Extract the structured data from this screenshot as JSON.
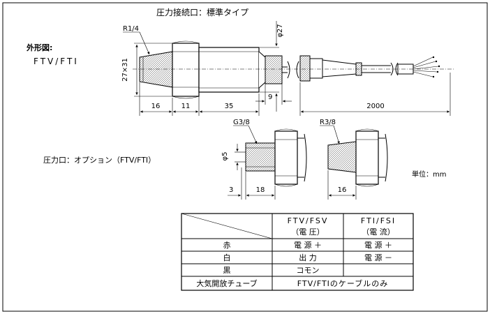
{
  "title": "圧力接続口：標準タイプ",
  "outline_label": "外形図:",
  "model_label": "FTV/FTI",
  "option_label": "圧力口：オプション（FTV/FTI）",
  "unit_label": "単位：mm",
  "standard_port": {
    "thread": "R1/4",
    "hex_size": "27×31",
    "body_dia": "φ27",
    "dims": [
      "16",
      "11",
      "35",
      "9"
    ],
    "cable_length": "2000"
  },
  "option_ports": [
    {
      "thread": "G3/8",
      "dia": "φ5",
      "dims": [
        "3",
        "18"
      ]
    },
    {
      "thread": "R3/8",
      "dims": [
        "16"
      ]
    }
  ],
  "table": {
    "headers": [
      {
        "line1": "FTV/FSV",
        "line2": "（電 圧）"
      },
      {
        "line1": "FTI/FSI",
        "line2": "（電 流）"
      }
    ],
    "rows": [
      {
        "label": "赤",
        "col1": "電 源 ＋",
        "col2": "電 源 ＋"
      },
      {
        "label": "白",
        "col1": "出 力",
        "col2": "電 源 －"
      },
      {
        "label": "黒",
        "col1": "コモン",
        "col2": ""
      },
      {
        "label": "大気開放チューブ",
        "merged": "FTV/FTIのケーブルのみ"
      }
    ]
  }
}
